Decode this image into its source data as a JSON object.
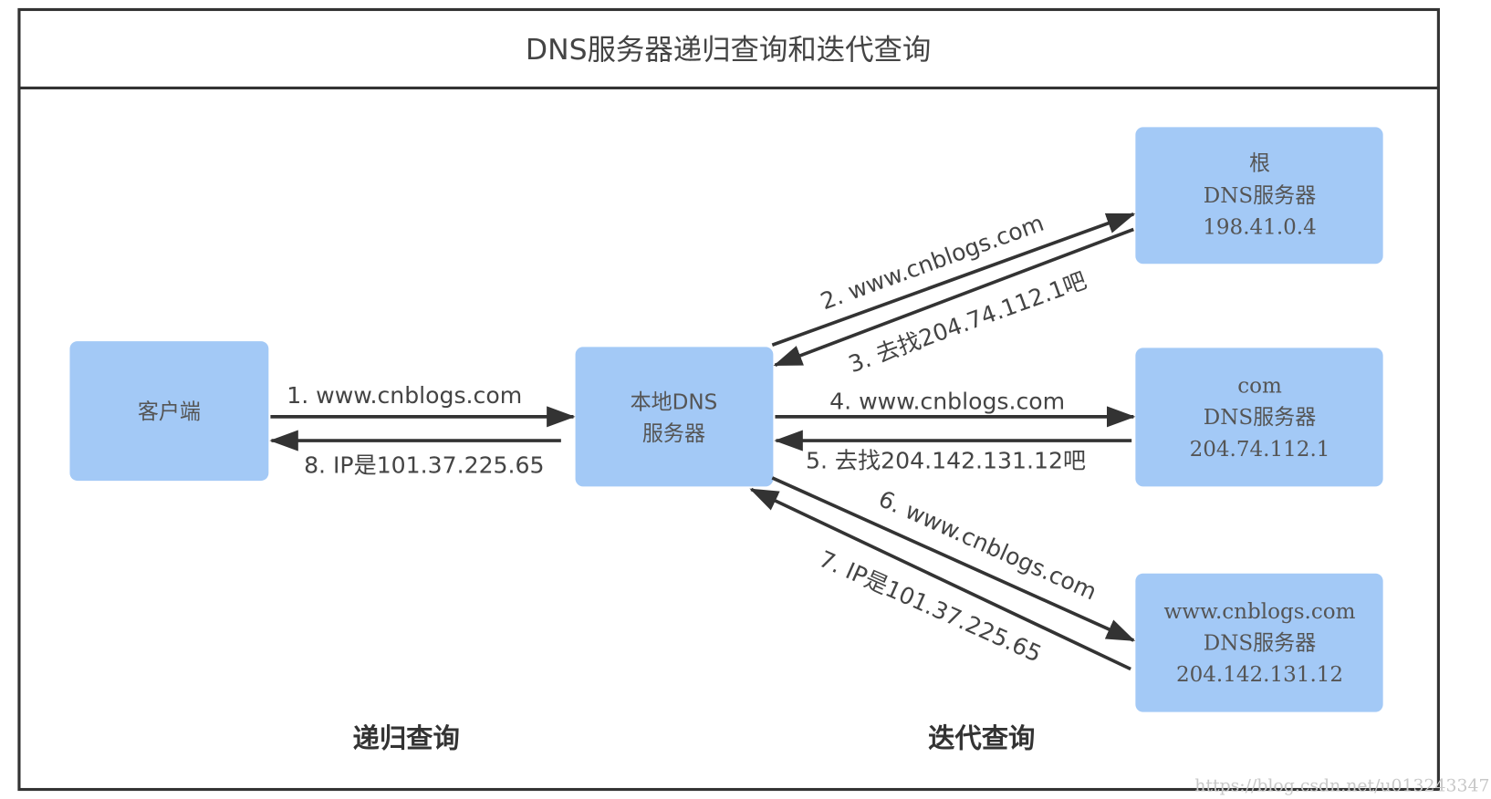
{
  "title": "DNS服务器递归查询和迭代查询",
  "nodes": {
    "client": {
      "lines": [
        "客户端"
      ]
    },
    "local_dns": {
      "lines": [
        "本地DNS",
        "服务器"
      ]
    },
    "root_dns": {
      "lines": [
        "根",
        "DNS服务器",
        "198.41.0.4"
      ]
    },
    "com_dns": {
      "lines": [
        "com",
        "DNS服务器",
        "204.74.112.1"
      ]
    },
    "site_dns": {
      "lines": [
        "www.cnblogs.com",
        "DNS服务器",
        "204.142.131.12"
      ]
    }
  },
  "edges": [
    {
      "label": "1. www.cnblogs.com",
      "from": "client",
      "to": "local_dns"
    },
    {
      "label": "2. www.cnblogs.com",
      "from": "local_dns",
      "to": "root_dns"
    },
    {
      "label": "3. 去找204.74.112.1吧",
      "from": "root_dns",
      "to": "local_dns"
    },
    {
      "label": "4. www.cnblogs.com",
      "from": "local_dns",
      "to": "com_dns"
    },
    {
      "label": "5. 去找204.142.131.12吧",
      "from": "com_dns",
      "to": "local_dns"
    },
    {
      "label": "6. www.cnblogs.com",
      "from": "local_dns",
      "to": "site_dns"
    },
    {
      "label": "7. IP是101.37.225.65",
      "from": "site_dns",
      "to": "local_dns"
    },
    {
      "label": "8. IP是101.37.225.65",
      "from": "local_dns",
      "to": "client"
    }
  ],
  "sections": {
    "recursive": "递归查询",
    "iterative": "迭代查询"
  },
  "watermark": "https://blog.csdn.net/u013243347",
  "colors": {
    "box": "#a3c9f6",
    "line": "#333333"
  }
}
